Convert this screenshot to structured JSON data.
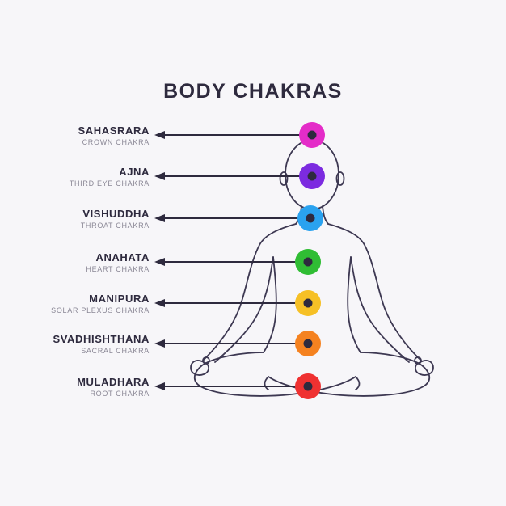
{
  "title": "BODY CHAKRAS",
  "colors": {
    "background": "#f7f6f9",
    "text_dark": "#2e2a3e",
    "text_muted": "#8b8896",
    "pointer_line": "#2e2a3e",
    "figure_stroke": "#3d3852",
    "dot_center": "#2e2a3e"
  },
  "chakras": [
    {
      "name": "SAHASRARA",
      "subtitle": "CROWN CHAKRA",
      "color": "#e42cc8"
    },
    {
      "name": "AJNA",
      "subtitle": "THIRD EYE CHAKRA",
      "color": "#7c2be0"
    },
    {
      "name": "VISHUDDHA",
      "subtitle": "THROAT CHAKRA",
      "color": "#2aa2ef"
    },
    {
      "name": "ANAHATA",
      "subtitle": "HEART CHAKRA",
      "color": "#30bd34"
    },
    {
      "name": "MANIPURA",
      "subtitle": "SOLAR PLEXUS CHAKRA",
      "color": "#f6c026"
    },
    {
      "name": "SVADHISHTHANA",
      "subtitle": "SACRAL CHAKRA",
      "color": "#f58220"
    },
    {
      "name": "MULADHARA",
      "subtitle": "ROOT CHAKRA",
      "color": "#ef3131"
    }
  ]
}
